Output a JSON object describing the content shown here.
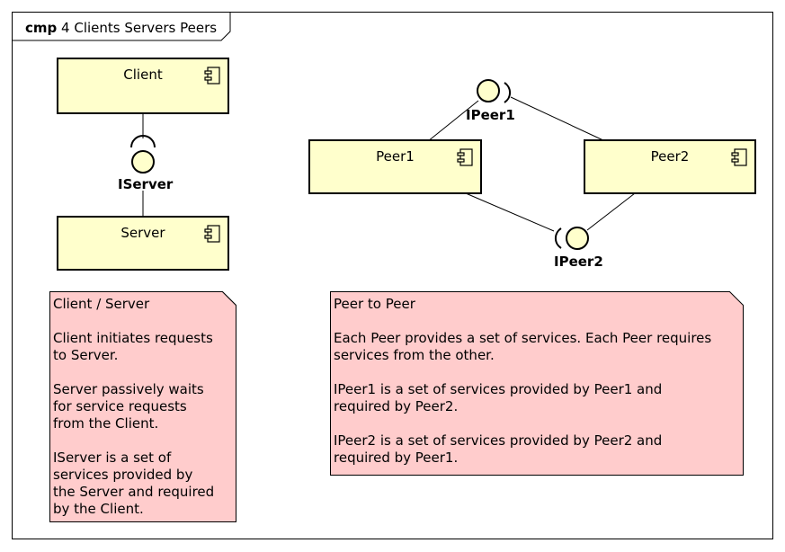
{
  "frame": {
    "kind": "cmp",
    "title": "4 Clients Servers Peers"
  },
  "components": {
    "client": "Client",
    "server": "Server",
    "peer1": "Peer1",
    "peer2": "Peer2"
  },
  "interfaces": {
    "iserver": "IServer",
    "ipeer1": "IPeer1",
    "ipeer2": "IPeer2"
  },
  "notes": {
    "client_server": "Client / Server\n\nClient initiates requests\nto Server.\n\nServer passively waits\nfor service requests\nfrom the Client.\n\nIServer is a set of\nservices provided by\nthe Server and required\nby the Client.",
    "peer_to_peer": "Peer to Peer\n\nEach Peer provides a set of services. Each Peer requires\nservices from the other.\n\nIPeer1 is a set of services provided by Peer1 and\nrequired by Peer2.\n\nIPeer2 is a set of services provided by Peer2 and\nrequired by Peer1."
  },
  "colors": {
    "component_fill": "#ffffcc",
    "note_fill": "#ffcccc",
    "line": "#000000"
  }
}
